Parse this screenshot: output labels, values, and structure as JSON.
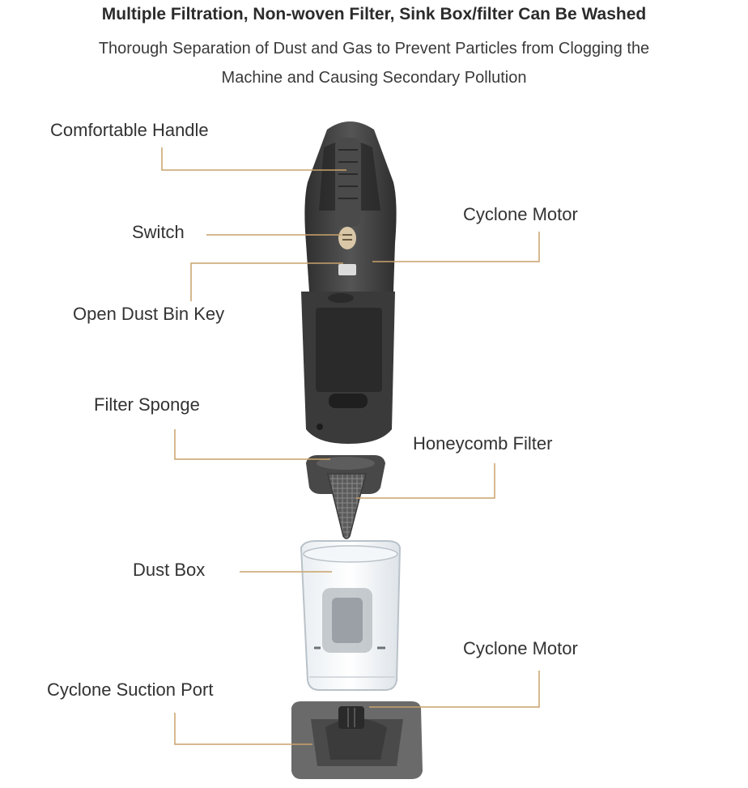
{
  "title": "Multiple Filtration, Non-woven Filter, Sink Box/filter Can Be Washed",
  "subtitle_line1": "Thorough Separation of Dust and Gas to Prevent Particles from Clogging the",
  "subtitle_line2": "Machine and Causing Secondary Pollution",
  "labels": {
    "comfortable_handle": "Comfortable Handle",
    "switch": "Switch",
    "cyclone_motor_top": "Cyclone Motor",
    "open_dust_bin_key": "Open Dust Bin Key",
    "filter_sponge": "Filter Sponge",
    "honeycomb_filter": "Honeycomb Filter",
    "dust_box": "Dust Box",
    "cyclone_motor_bottom": "Cyclone Motor",
    "cyclone_suction_port": "Cyclone Suction Port"
  },
  "colors": {
    "leader_line": "#c9a26a",
    "body_dark": "#3e3e3e",
    "text": "#333333"
  }
}
